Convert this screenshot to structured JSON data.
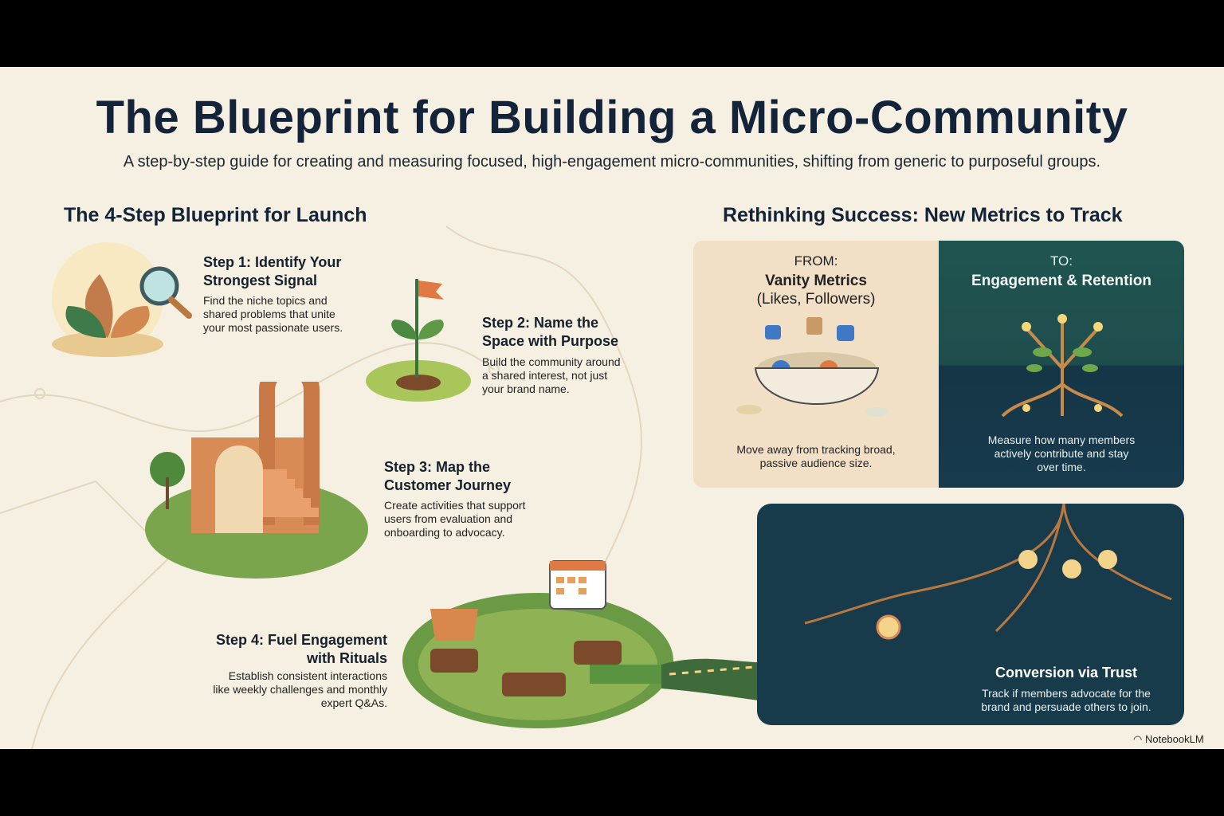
{
  "title": "The Blueprint for Building a Micro-Community",
  "subtitle": "A step-by-step guide for creating and measuring focused, high-engagement micro-communities, shifting from generic to purposeful groups.",
  "left_section": {
    "heading": "The 4-Step Blueprint for Launch",
    "steps": [
      {
        "title_1": "Step 1: Identify Your",
        "title_2": "Strongest Signal",
        "desc": [
          "Find the niche topics and",
          "shared problems that unite",
          "your most passionate users."
        ]
      },
      {
        "title_1": "Step 2: Name the",
        "title_2": "Space with Purpose",
        "desc": [
          "Build the community around",
          "a shared interest, not just",
          "your brand name."
        ]
      },
      {
        "title_1": "Step 3: Map the",
        "title_2": "Customer Journey",
        "desc": [
          "Create activities that support",
          "users from evaluation and",
          "onboarding to advocacy."
        ]
      },
      {
        "title_1": "Step 4: Fuel Engagement",
        "title_2": "with Rituals",
        "desc": [
          "Establish consistent interactions",
          "like weekly challenges and monthly",
          "expert Q&As."
        ]
      }
    ]
  },
  "right_section": {
    "heading": "Rethinking Success: New Metrics to Track",
    "from": {
      "label": "FROM:",
      "title": "Vanity Metrics",
      "paren": "(Likes, Followers)",
      "desc": [
        "Move away from tracking broad,",
        "passive audience size."
      ]
    },
    "to": {
      "label": "TO:",
      "title": "Engagement & Retention",
      "desc": [
        "Measure how many members",
        "actively contribute and stay",
        "over time."
      ]
    },
    "trust": {
      "title": "Conversion via Trust",
      "desc": [
        "Track if members advocate for the",
        "brand and persuade others to join."
      ]
    }
  },
  "brand": "NotebookLM",
  "colors": {
    "background": "#f6f0e2",
    "navy": "#13243a",
    "teal": "#1f5550",
    "deep": "#183b4c",
    "tan": "#f1dfc6"
  }
}
